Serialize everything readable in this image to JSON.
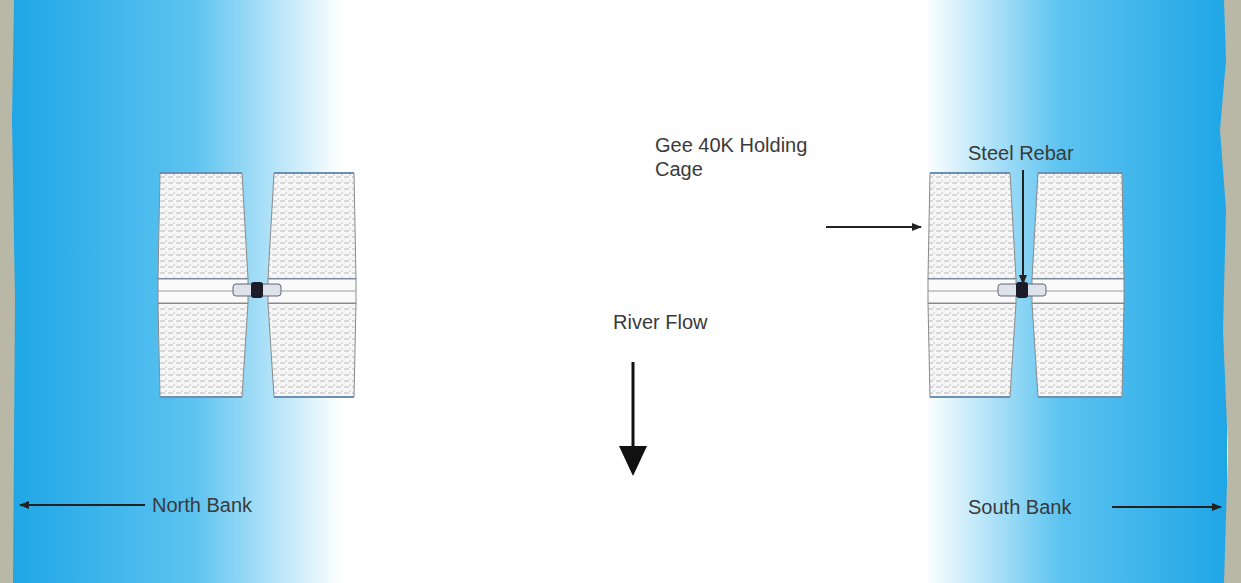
{
  "diagram": {
    "labels": [
      "Gee 40K Holding Cage",
      "Steel Rebar",
      "River Flow",
      "North Bank",
      "South Bank"
    ]
  }
}
